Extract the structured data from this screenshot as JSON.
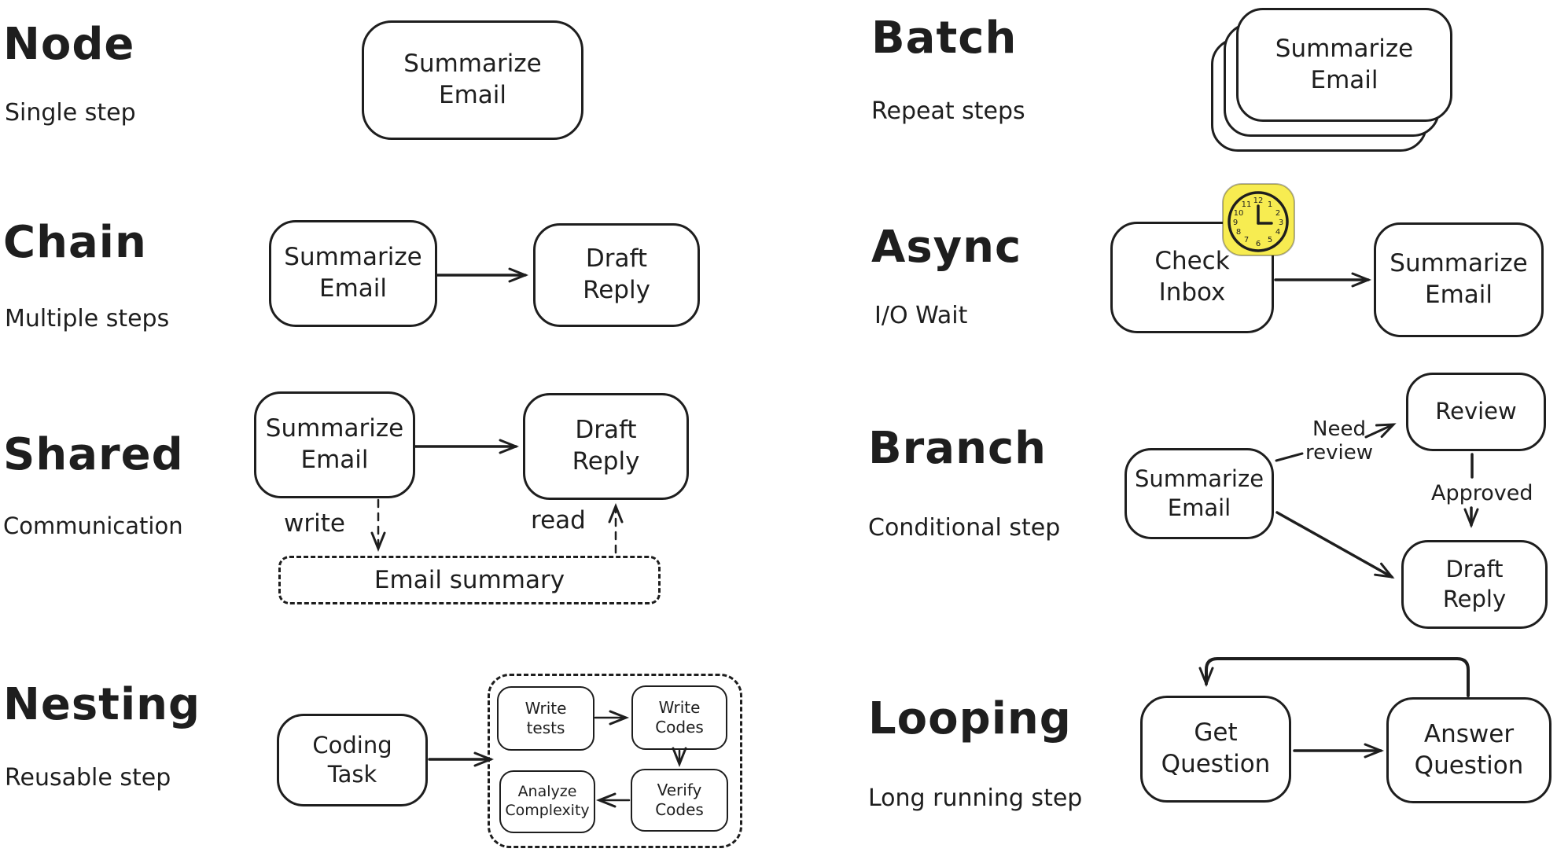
{
  "palette": {
    "background": "#ffffff",
    "ink": "#1e1e1e",
    "clock_fill": "#f7ec51"
  },
  "sections": {
    "node": {
      "title": "Node",
      "subtitle": "Single step"
    },
    "chain": {
      "title": "Chain",
      "subtitle": "Multiple steps"
    },
    "shared": {
      "title": "Shared",
      "subtitle": "Communication"
    },
    "nesting": {
      "title": "Nesting",
      "subtitle": "Reusable step"
    },
    "batch": {
      "title": "Batch",
      "subtitle": "Repeat steps"
    },
    "async": {
      "title": "Async",
      "subtitle": "I/O Wait"
    },
    "branch": {
      "title": "Branch",
      "subtitle": "Conditional step"
    },
    "looping": {
      "title": "Looping",
      "subtitle": "Long running step"
    }
  },
  "nodes": {
    "node_step": "Summarize\nEmail",
    "chain_step1": "Summarize\nEmail",
    "chain_step2": "Draft\nReply",
    "shared_step1": "Summarize\nEmail",
    "shared_step2": "Draft\nReply",
    "shared_store": "Email summary",
    "nesting_parent": "Coding\nTask",
    "nesting_child1": "Write\ntests",
    "nesting_child2": "Write\nCodes",
    "nesting_child3": "Analyze\nComplexity",
    "nesting_child4": "Verify\nCodes",
    "batch_step": "Summarize\nEmail",
    "async_step1": "Check\nInbox",
    "async_step2": "Summarize\nEmail",
    "branch_step": "Summarize\nEmail",
    "branch_review": "Review",
    "branch_draft": "Draft\nReply",
    "looping_step1": "Get\nQuestion",
    "looping_step2": "Answer\nQuestion"
  },
  "edge_labels": {
    "write": "write",
    "read": "read",
    "need_review": "Need\nreview",
    "approved": "Approved"
  },
  "clock_numbers": [
    "12",
    "1",
    "2",
    "3",
    "4",
    "5",
    "6",
    "7",
    "8",
    "9",
    "10",
    "11"
  ]
}
